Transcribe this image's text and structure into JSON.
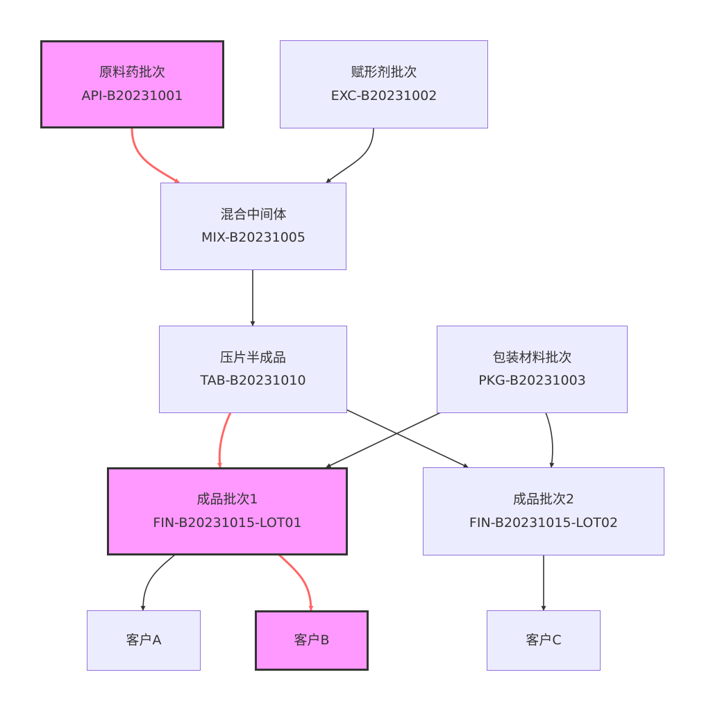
{
  "diagram": {
    "type": "flowchart",
    "colors": {
      "node_fill": "#ececff",
      "node_border": "#9370db",
      "highlight_fill": "#ff99ff",
      "highlight_border": "#333333",
      "edge": "#333333",
      "highlight_edge": "#ff6666",
      "text": "#333333"
    },
    "nodes": [
      {
        "id": "api",
        "title": "原料药批次",
        "code": "API-B20231001",
        "highlight": true
      },
      {
        "id": "exc",
        "title": "赋形剂批次",
        "code": "EXC-B20231002",
        "highlight": false
      },
      {
        "id": "mix",
        "title": "混合中间体",
        "code": "MIX-B20231005",
        "highlight": false
      },
      {
        "id": "tab",
        "title": "压片半成品",
        "code": "TAB-B20231010",
        "highlight": false
      },
      {
        "id": "pkg",
        "title": "包装材料批次",
        "code": "PKG-B20231003",
        "highlight": false
      },
      {
        "id": "fin1",
        "title": "成品批次1",
        "code": "FIN-B20231015-LOT01",
        "highlight": true
      },
      {
        "id": "fin2",
        "title": "成品批次2",
        "code": "FIN-B20231015-LOT02",
        "highlight": false
      },
      {
        "id": "custA",
        "title": "客户A",
        "code": "",
        "highlight": false
      },
      {
        "id": "custB",
        "title": "客户B",
        "code": "",
        "highlight": true
      },
      {
        "id": "custC",
        "title": "客户C",
        "code": "",
        "highlight": false
      }
    ],
    "edges": [
      {
        "from": "api",
        "to": "mix",
        "highlight": true
      },
      {
        "from": "exc",
        "to": "mix",
        "highlight": false
      },
      {
        "from": "mix",
        "to": "tab",
        "highlight": false
      },
      {
        "from": "tab",
        "to": "fin1",
        "highlight": true
      },
      {
        "from": "tab",
        "to": "fin2",
        "highlight": false
      },
      {
        "from": "pkg",
        "to": "fin1",
        "highlight": false
      },
      {
        "from": "pkg",
        "to": "fin2",
        "highlight": false
      },
      {
        "from": "fin1",
        "to": "custA",
        "highlight": false
      },
      {
        "from": "fin1",
        "to": "custB",
        "highlight": true
      },
      {
        "from": "fin2",
        "to": "custC",
        "highlight": false
      }
    ]
  }
}
